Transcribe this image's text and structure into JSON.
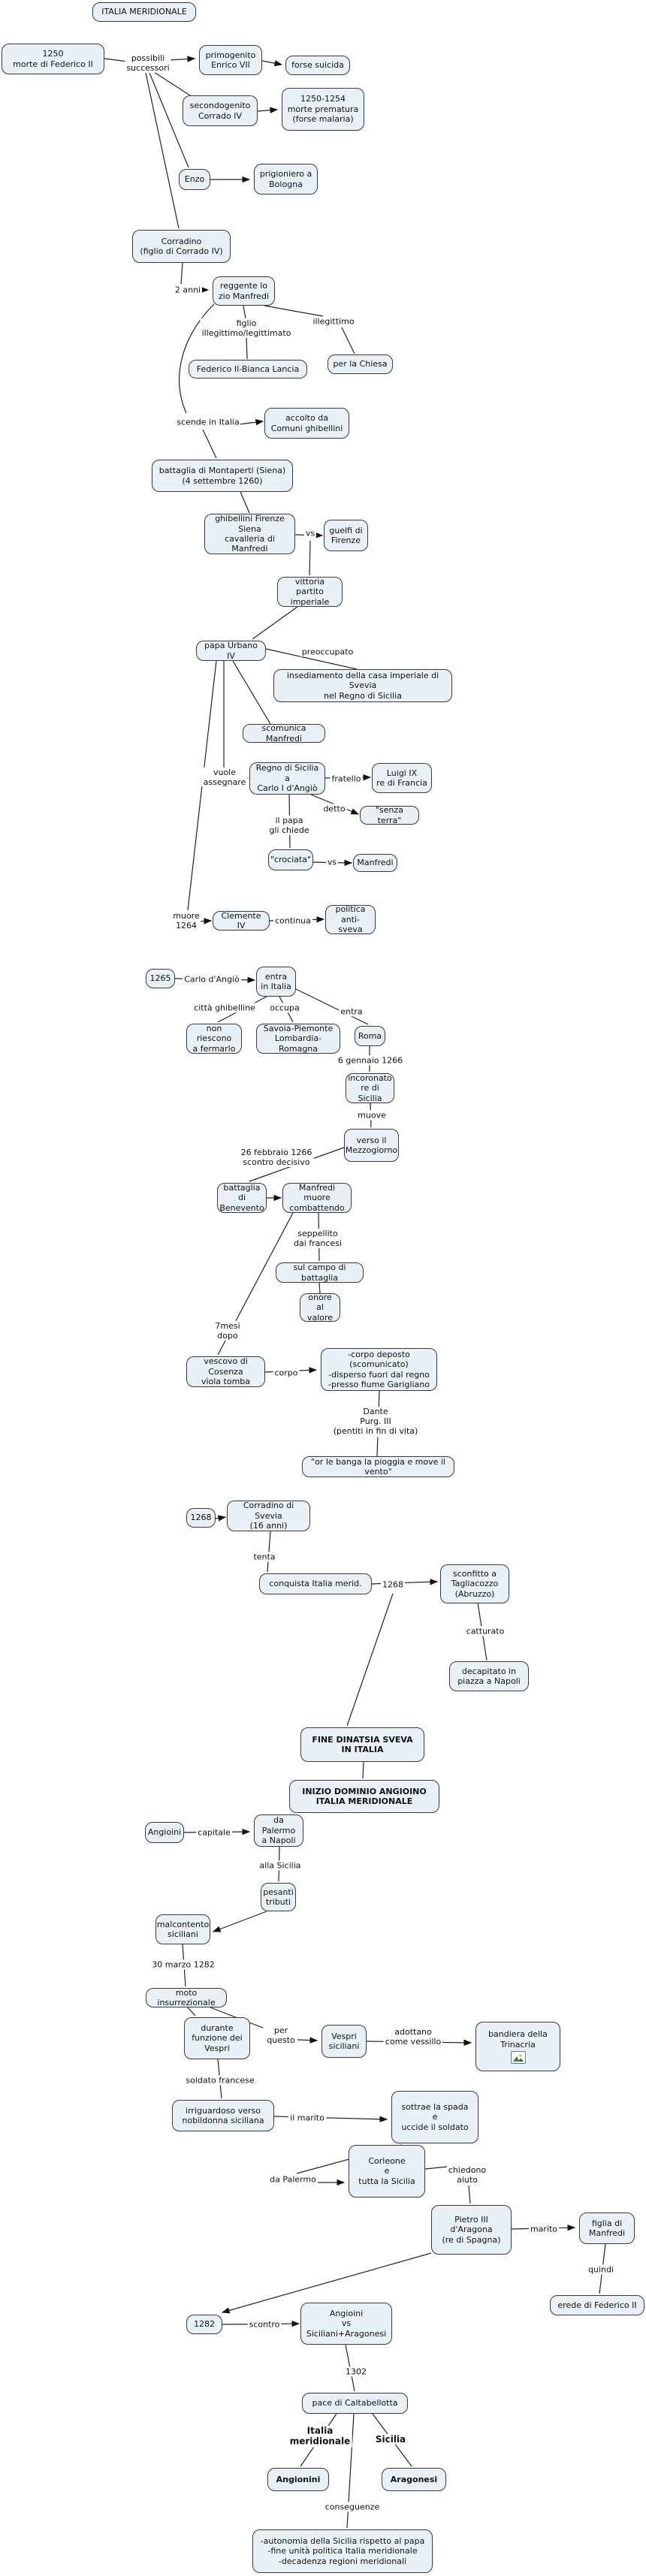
{
  "colors": {
    "background": "#ffffff",
    "node_fill": "#e9f1f6",
    "node_border": "#3a3a3a",
    "connector": "#222222",
    "attachment_icon_border": "#4a7fbf"
  },
  "icons": {
    "bandiera_attachment": "image-attachment-icon"
  },
  "nodes": {
    "title": {
      "label": "ITALIA MERIDIONALE"
    },
    "federico_morte": {
      "label": "1250\nmorte di Federico II"
    },
    "possibili": {
      "label": "possibili\nsuccessori"
    },
    "enrico": {
      "label": "primogenito\nEnrico VII"
    },
    "suicida": {
      "label": "forse suicida"
    },
    "corrado": {
      "label": "secondogenito\nCorrado IV"
    },
    "morte_prematura": {
      "label": "1250-1254\nmorte prematura\n(forse malaria)"
    },
    "enzo": {
      "label": "Enzo"
    },
    "prigioniero": {
      "label": "prigioniero a\nBologna"
    },
    "corradino": {
      "label": "Corradino\n(figlio di Corrado IV)"
    },
    "anni2": {
      "label": "2 anni"
    },
    "reggente": {
      "label": "reggente lo\nzio Manfredi"
    },
    "figlio_illeg": {
      "label": "figlio\nillegittimo/legittimato"
    },
    "illegittimo": {
      "label": "illegittimo"
    },
    "federico_bianca": {
      "label": "Federico II-Bianca Lancia"
    },
    "per_chiesa": {
      "label": "per la Chiesa"
    },
    "scende": {
      "label": "scende in Italia"
    },
    "accolto": {
      "label": "accolto da\nComuni ghibellini"
    },
    "montaperti": {
      "label": "battaglia di Montaperti (Siena)\n(4 settembre 1260)"
    },
    "ghibellini": {
      "label": "ghibellini Firenze\nSiena\ncavalleria di Manfredi"
    },
    "vs1": {
      "label": "vs"
    },
    "guelfi": {
      "label": "guelfi di\nFirenze"
    },
    "vittoria": {
      "label": "vittoria partito\nimperiale"
    },
    "urbano": {
      "label": "papa Urbano IV"
    },
    "preoccupato": {
      "label": "preoccupato"
    },
    "insediamento": {
      "label": "insediamento della casa imperiale di Svevia\nnel Regno di Sicilia"
    },
    "scomunica": {
      "label": "scomunica Manfredi"
    },
    "vuole": {
      "label": "vuole\nassegnare"
    },
    "regno_carlo": {
      "label": "Regno di Sicilia a\nCarlo I d'Angiò"
    },
    "fratello": {
      "label": "fratello"
    },
    "luigi": {
      "label": "Luigi IX\nre di Francia"
    },
    "detto": {
      "label": "detto"
    },
    "senza_terra": {
      "label": "\"senza terra\""
    },
    "il_papa": {
      "label": "il papa\ngli chiede"
    },
    "crociata": {
      "label": "\"crociata\""
    },
    "vs2": {
      "label": "vs"
    },
    "manfredi": {
      "label": "Manfredi"
    },
    "muore_1264": {
      "label": "muore\n1264"
    },
    "clemente": {
      "label": "Clemente IV"
    },
    "continua": {
      "label": "continua"
    },
    "politica": {
      "label": "politica\nanti-sveva"
    },
    "y1265": {
      "label": "1265"
    },
    "carlo_dangio": {
      "label": "Carlo d'Angiò"
    },
    "entra_italia": {
      "label": "entra\nin Italia"
    },
    "citta_ghibelline": {
      "label": "città ghibelline"
    },
    "occupa": {
      "label": "occupa"
    },
    "entra": {
      "label": "entra"
    },
    "non_riescono": {
      "label": "non riescono\na fermarlo"
    },
    "savoia": {
      "label": "Savoia-Piemonte\nLombardia-Romagna"
    },
    "roma": {
      "label": "Roma"
    },
    "gennaio6": {
      "label": "6 gennaio 1266"
    },
    "incoronato": {
      "label": "incoronato\nre di Sicilia"
    },
    "muove": {
      "label": "muove"
    },
    "verso": {
      "label": "verso il\nMezzogiorno"
    },
    "febbraio26": {
      "label": "26 febbraio 1266\nscontro decisivo"
    },
    "benevento": {
      "label": "battaglia di\nBenevento"
    },
    "manfredi_muore": {
      "label": "Manfredi muore\ncombattendo"
    },
    "seppellito": {
      "label": "seppellito\ndai francesi"
    },
    "sul_campo": {
      "label": "sul campo di battaglia"
    },
    "onore": {
      "label": "onore\nal valore"
    },
    "mesi7": {
      "label": "7mesi\ndopo"
    },
    "vescovo": {
      "label": "vescovo di Cosenza\nvìola tomba"
    },
    "corpo": {
      "label": "corpo"
    },
    "corpo_deposto": {
      "label": "-corpo deposto (scomunicato)\n-disperso fuori dal regno\n-presso fiume Garigliano"
    },
    "dante": {
      "label": "Dante\nPurg. III\n(pentiti in fin di vita)"
    },
    "quote": {
      "label": "\"or le banga la pioggia e move il vento\""
    },
    "y1268": {
      "label": "1268"
    },
    "corradino16": {
      "label": "Corradino di Svevia\n(16 anni)"
    },
    "tenta": {
      "label": "tenta"
    },
    "conquista": {
      "label": "conquista Italia merid."
    },
    "y1268b": {
      "label": "1268"
    },
    "sconfitto": {
      "label": "sconfitto a\nTagliacozzo\n(Abruzzo)"
    },
    "catturato": {
      "label": "catturato"
    },
    "decapitato": {
      "label": "decapitato in\npiazza a Napoli"
    },
    "fine_sveva": {
      "label": "FINE DINATSIA SVEVA\nIN ITALIA"
    },
    "inizio_angioino": {
      "label": "INIZIO DOMINIO ANGIOINO\nITALIA MERIDIONALE"
    },
    "angioini": {
      "label": "Angioini"
    },
    "capitale": {
      "label": "capitale"
    },
    "da_palermo": {
      "label": "da Palermo\na Napoli"
    },
    "alla_sicilia": {
      "label": "alla Sicilia"
    },
    "pesanti": {
      "label": "pesanti\ntributi"
    },
    "malcontento": {
      "label": "malcontento\nsiciliani"
    },
    "marzo30": {
      "label": "30 marzo 1282"
    },
    "moto": {
      "label": "moto insurrezionale"
    },
    "durante": {
      "label": "durante\nfunzione dei\nVespri"
    },
    "per_questo": {
      "label": "per\nquesto"
    },
    "vespri": {
      "label": "Vespri\nsiciliani"
    },
    "adottano": {
      "label": "adottano\ncome vessillo"
    },
    "bandiera": {
      "label": "bandiera della\nTrinacria"
    },
    "soldato": {
      "label": "soldato francese"
    },
    "irriguardoso": {
      "label": "irriguardoso verso\nnobildonna siciliana"
    },
    "il_marito": {
      "label": "il marito"
    },
    "sottrae": {
      "label": "sottrae la spada\ne\nuccide il soldato"
    },
    "da_palermo2": {
      "label": "da Palermo"
    },
    "corleone": {
      "label": "Corleone\ne\ntutta la Sicilia"
    },
    "chiedono": {
      "label": "chiedono\naiuto"
    },
    "pietro": {
      "label": "Pietro III\nd'Aragona\n(re di Spagna)"
    },
    "marito2": {
      "label": "marito"
    },
    "figlia": {
      "label": "figlia di\nManfredi"
    },
    "quindi": {
      "label": "quindi"
    },
    "erede": {
      "label": "erede di Federico II"
    },
    "y1282": {
      "label": "1282"
    },
    "scontro": {
      "label": "scontro"
    },
    "angioini_vs": {
      "label": "Angioini\nvs\nSiciliani+Aragonesi"
    },
    "y1302": {
      "label": "1302"
    },
    "pace": {
      "label": "pace di Caltabellotta"
    },
    "italia_merid": {
      "label": "Italia\nmeridionale"
    },
    "sicilia": {
      "label": "Sicilia"
    },
    "angionini": {
      "label": "Angionini"
    },
    "aragonesi": {
      "label": "Aragonesi"
    },
    "conseguenze": {
      "label": "conseguenze"
    },
    "conseguenze_box": {
      "label": "-autonomia della Sicilia rispetto al papa\n-fine unità politica Italia meridionale\n-decadenza regioni meridionali"
    }
  }
}
